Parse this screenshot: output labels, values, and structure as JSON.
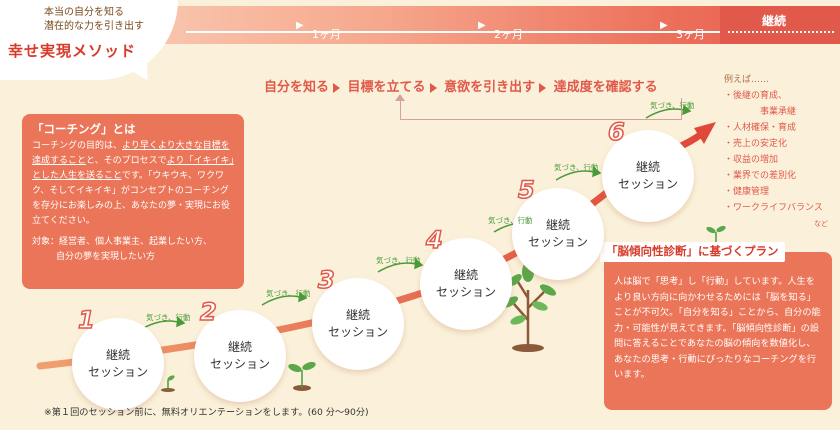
{
  "header": {
    "subtitle_line1": "本当の自分を知る",
    "subtitle_line2": "潜在的な力を引き出す",
    "title": "幸せ実現メソッド"
  },
  "timeline": {
    "months": [
      "1ヶ月",
      "2ヶ月",
      "3ヶ月"
    ],
    "continue_label": "継続"
  },
  "flow": {
    "steps": [
      "自分を知る",
      "目標を立てる",
      "意欲を引き出す",
      "達成度を確認する"
    ]
  },
  "coaching": {
    "title": "「コーチング」とは",
    "body_pre": "コーチングの目的は、",
    "body_u1": "より早くより大きな目標を達成すること",
    "body_mid": "と、そのプロセスで",
    "body_u2": "より「イキイキ」とした人生を送ること",
    "body_post": "です。「ウキウキ、ワクワク、そしてイキイキ」がコンセプトのコーチングを存分にお楽しみの上、あなたの夢・実現にお役立てください。",
    "target_line1": "対象：経営者、個人事業主、起業したい方、",
    "target_line2": "自分の夢を実現したい方"
  },
  "sessions": [
    {
      "num": "1",
      "line1": "継続",
      "line2": "セッション"
    },
    {
      "num": "2",
      "line1": "継続",
      "line2": "セッション"
    },
    {
      "num": "3",
      "line1": "継続",
      "line2": "セッション"
    },
    {
      "num": "4",
      "line1": "継続",
      "line2": "セッション"
    },
    {
      "num": "5",
      "line1": "継続",
      "line2": "セッション"
    },
    {
      "num": "6",
      "line1": "継続",
      "line2": "セッション"
    }
  ],
  "kizuki_label": "気づき、行動",
  "benefits": {
    "head": "例えば……",
    "items": [
      "後継の育成、",
      "人材確保・育成",
      "売上の安定化",
      "収益の増加",
      "業界での差別化",
      "健康管理",
      "ワークライフバランス"
    ],
    "continuation": "事業承継",
    "suffix": "など"
  },
  "brain": {
    "title": "「脳傾向性診断」に基づくプラン",
    "body": "人は脳で「思考」し「行動」しています。人生をより良い方向に向かわせるためには「脳を知る」ことが不可欠。「自分を知る」ことから、自分の能力・可能性が見えてきます。「脳傾向性診断」の設問に答えることであなたの脳の傾向を数値化し、あなたの思考・行動にぴったりなコーチングを行います。"
  },
  "note": "※第１回のセッション前に、無料オリエンテーションをします。(60 分〜90分)",
  "colors": {
    "accent": "#e0594a",
    "box": "#eb7558",
    "background": "#fbf1da",
    "green": "#4a9a3a"
  }
}
